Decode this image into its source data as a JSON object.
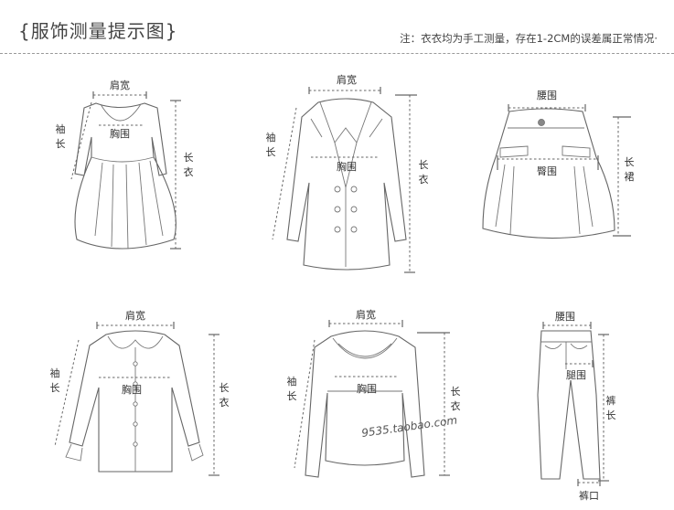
{
  "header": {
    "title": "{服饰测量提示图}",
    "note": "注：衣衣均为手工测量，存在1-2CM的误差属正常情况·"
  },
  "labels": {
    "shoulder": "肩宽",
    "chest": "胸围",
    "sleeve_top": "袖",
    "sleeve_bottom": "长",
    "length_top": "长",
    "length_bottom": "衣",
    "waist": "腰围",
    "hip": "臀围",
    "skirt_top": "长",
    "skirt_bottom": "裙",
    "thigh": "腿围",
    "pants_top": "裤",
    "pants_bottom": "长",
    "hem": "裤口"
  },
  "watermark": "9535.taobao.com"
}
